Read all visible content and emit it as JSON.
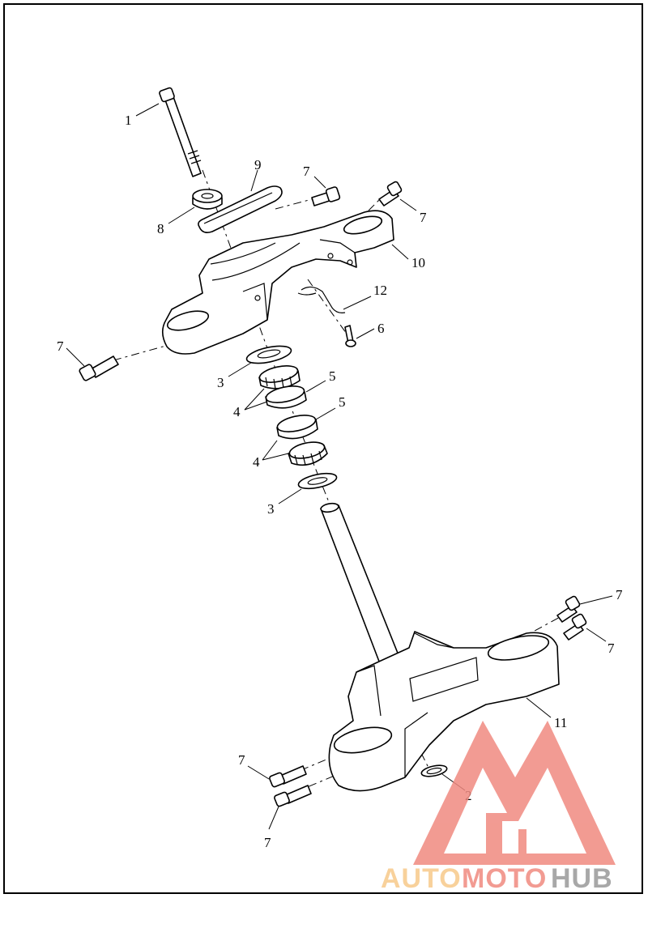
{
  "callouts": {
    "c1": "1",
    "c2": "2",
    "c3a": "3",
    "c3b": "3",
    "c4a": "4",
    "c4b": "4",
    "c5a": "5",
    "c5b": "5",
    "c6": "6",
    "c7a": "7",
    "c7b": "7",
    "c7c": "7",
    "c7d": "7",
    "c7e": "7",
    "c7f": "7",
    "c7g": "7",
    "c8": "8",
    "c9": "9",
    "c10": "10",
    "c11": "11",
    "c12": "12"
  },
  "watermark": {
    "part1": "AUTO",
    "part2": "MOTO",
    "part3": "HUB",
    "colors": {
      "auto": "#f7c98a",
      "moto": "#f08a80",
      "hub": "#9a9a9a",
      "logo": "#f08a80"
    }
  }
}
